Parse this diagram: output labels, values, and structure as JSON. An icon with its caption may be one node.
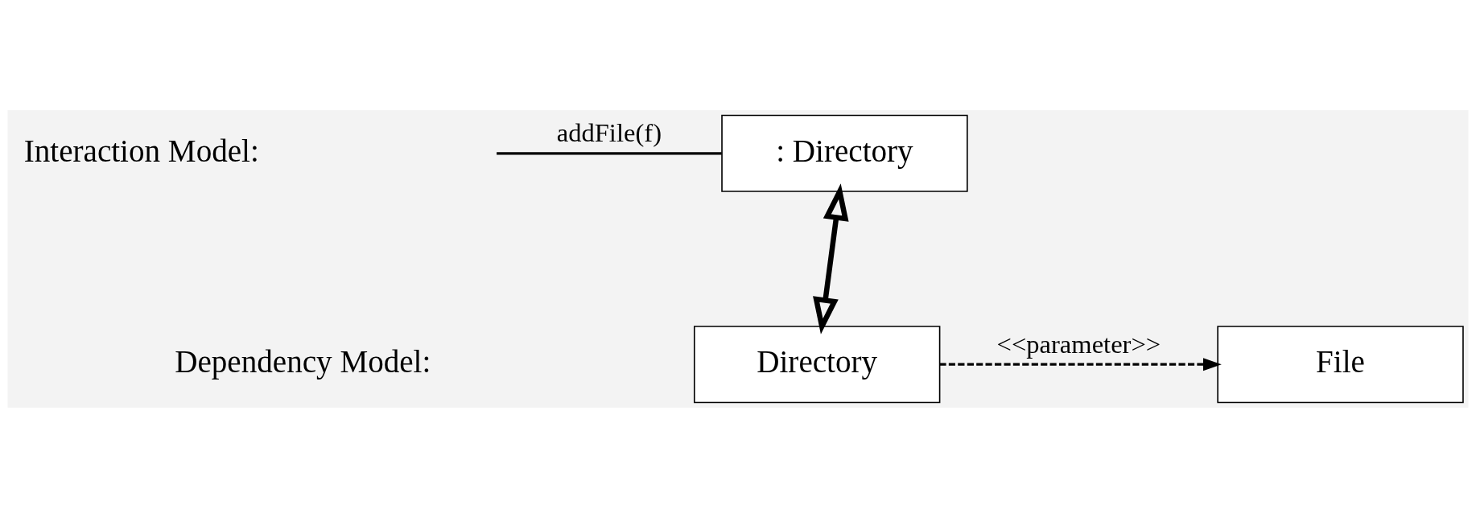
{
  "diagram": {
    "nodes": [
      {
        "text": [
          ": Directory"
        ]
      },
      {
        "text": [
          "Directory"
        ]
      },
      {
        "text": [
          "File"
        ]
      }
    ],
    "edges": [
      {
        "from": null,
        "to": 0,
        "arrow": "none",
        "label": "addFile(f)"
      },
      {
        "from": 0,
        "to": 1,
        "arrow": "both",
        "style": "thick"
      },
      {
        "from": 1,
        "to": 2,
        "arrow": "to",
        "style": "dashed",
        "label": "<<parameter>>"
      }
    ],
    "labels": [
      "Interaction Model:",
      "Dependency Model:"
    ]
  }
}
